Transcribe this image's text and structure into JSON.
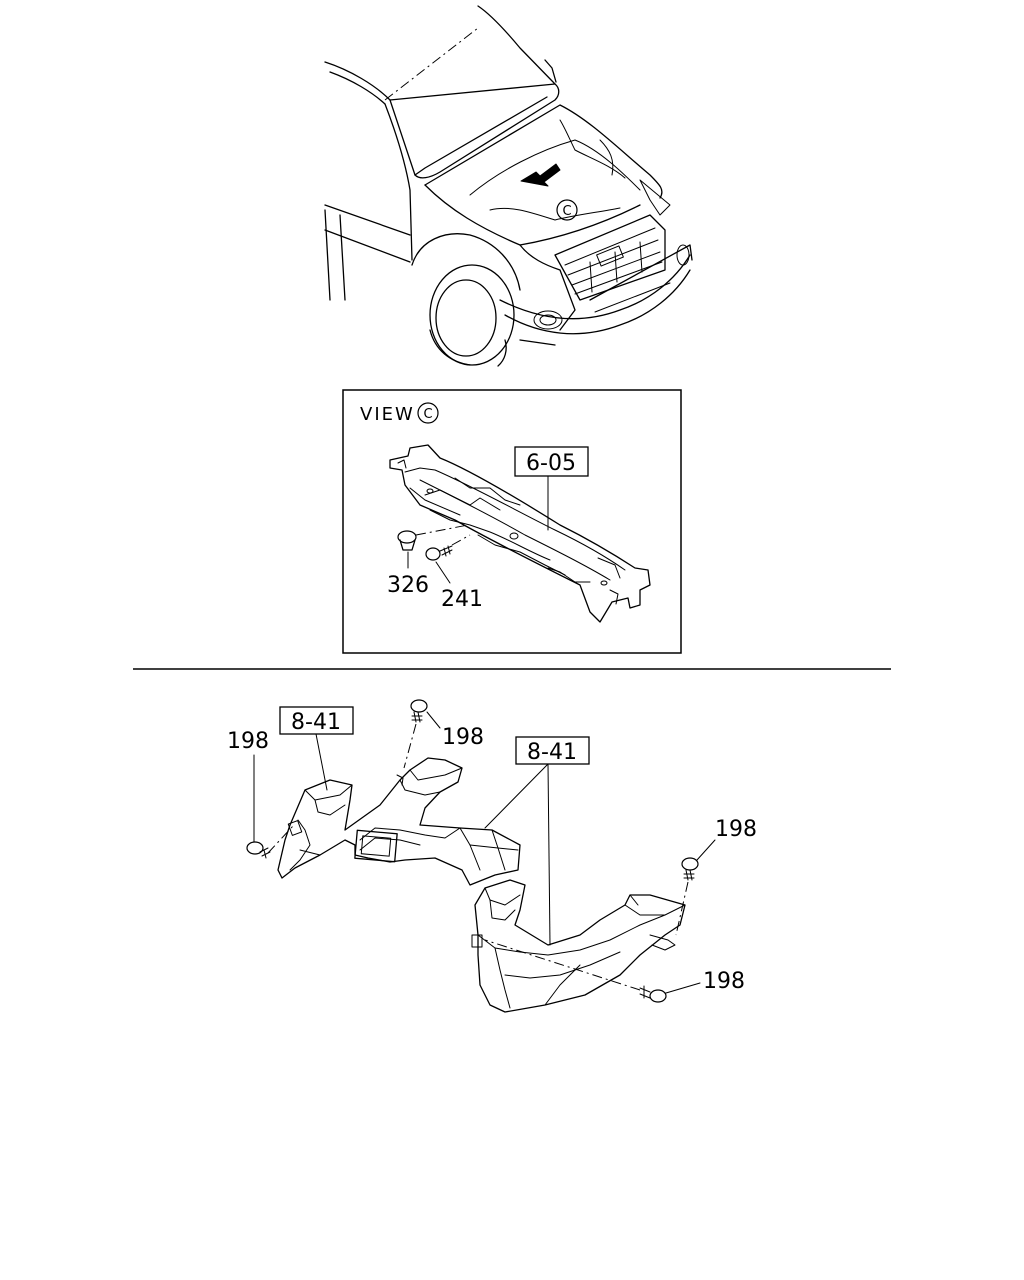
{
  "view_box": {
    "title": "VIEW",
    "symbol": "C"
  },
  "car_marker": "C",
  "ref_boxes": {
    "cowl_ref": "6-05",
    "duct_ref_left": "8-41",
    "duct_ref_right": "8-41"
  },
  "part_numbers": {
    "p326": "326",
    "p241": "241",
    "p198_a": "198",
    "p198_b": "198",
    "p198_c": "198",
    "p198_d": "198"
  }
}
